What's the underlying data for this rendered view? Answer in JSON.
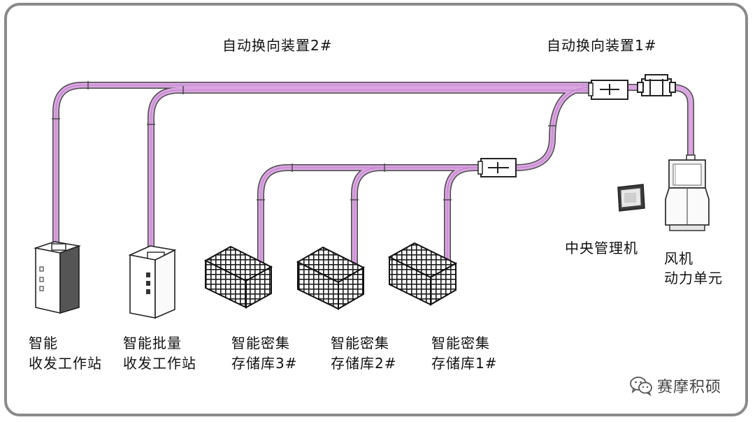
{
  "labels": {
    "diverter2": "自动换向装置2#",
    "diverter1": "自动换向装置1#",
    "central": "中央管理机",
    "fan_line1": "风机",
    "fan_line2": "动力单元",
    "ws1_line1": "智能",
    "ws1_line2": "收发工作站",
    "ws2_line1": "智能批量",
    "ws2_line2": "收发工作站",
    "st3_line1": "智能密集",
    "st3_line2": "存储库3#",
    "st2_line1": "智能密集",
    "st2_line2": "存储库2#",
    "st1_line1": "智能密集",
    "st1_line2": "存储库1#"
  },
  "watermark": {
    "text": "赛摩积硕",
    "icon": "wechat-icon"
  },
  "colors": {
    "frame": "#8a8a8a",
    "tube": "#d9a6e0",
    "outline": "#333333",
    "equipment": "#1a1a1a"
  }
}
